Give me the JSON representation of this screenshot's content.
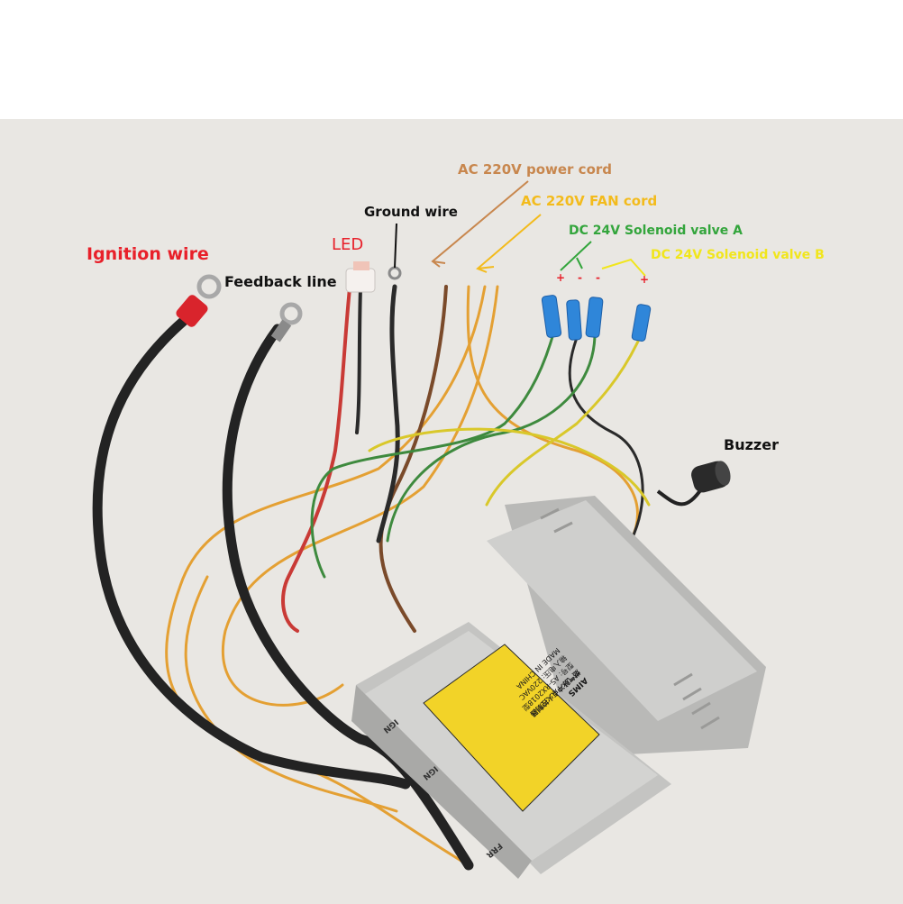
{
  "labels": {
    "ignition": "Ignition wire",
    "feedback": "Feedback line",
    "led": "LED",
    "ground": "Ground wire",
    "ac_power": "AC 220V power cord",
    "ac_fan": "AC 220V  FAN cord",
    "sol_a": "DC 24V  Solenoid valve A",
    "sol_b": "DC 24V  Solenoid valve B",
    "buzzer": "Buzzer"
  },
  "polarity": {
    "a_plus": "+",
    "a_minus": "-",
    "b_minus": "-",
    "b_plus": "+"
  },
  "device_label": {
    "brand": "AIMS",
    "title": "燃气脉冲点火控制器",
    "model": "型号: AS-RX2018型",
    "input": "输入电压: 220VAC",
    "origin": "MADE IN CHINA"
  },
  "ports": {
    "ign": "IGN",
    "ign2": "IGN",
    "frr": "FRR"
  },
  "colors": {
    "ignition": "#e8202a",
    "ac_power": "#c8874e",
    "ac_fan": "#f3bb1c",
    "sol_a": "#33a53c",
    "sol_b": "#f1e61c",
    "text": "#111111"
  }
}
